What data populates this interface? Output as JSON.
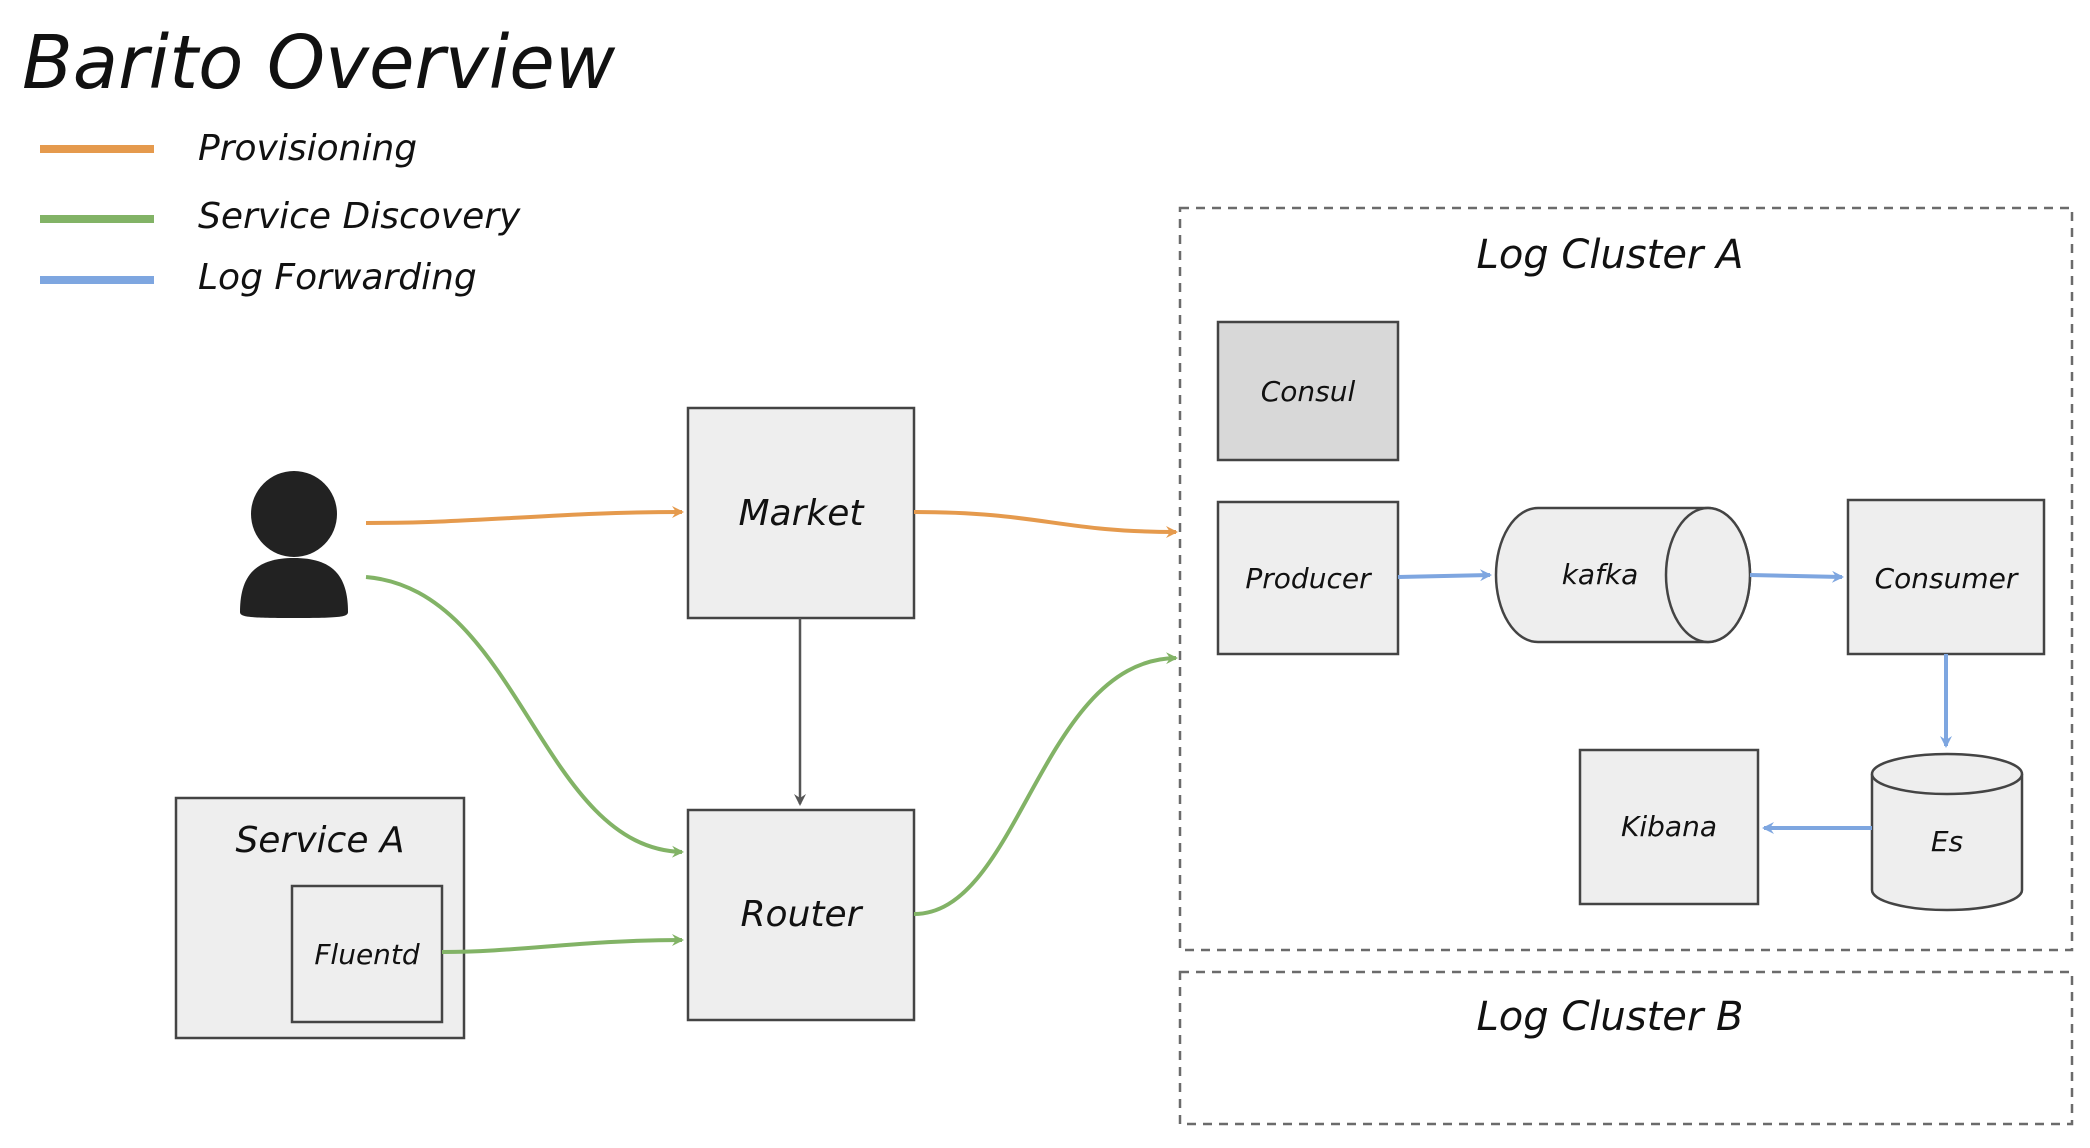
{
  "title": "Barito Overview",
  "colors": {
    "provisioning": "#e59a4d",
    "service_discovery": "#82b366",
    "log_forwarding": "#7ea6e0",
    "neutral": "#555555"
  },
  "legend": [
    {
      "label": "Provisioning",
      "color": "#e59a4d"
    },
    {
      "label": "Service Discovery",
      "color": "#82b366"
    },
    {
      "label": "Log Forwarding",
      "color": "#7ea6e0"
    }
  ],
  "nodes": {
    "user_icon": "user-icon",
    "market": "Market",
    "router": "Router",
    "service_a": "Service A",
    "fluentd": "Fluentd",
    "cluster_a": "Log Cluster A",
    "cluster_b": "Log Cluster B",
    "consul": "Consul",
    "producer": "Producer",
    "kafka": "kafka",
    "consumer": "Consumer",
    "es": "Es",
    "kibana": "Kibana"
  }
}
